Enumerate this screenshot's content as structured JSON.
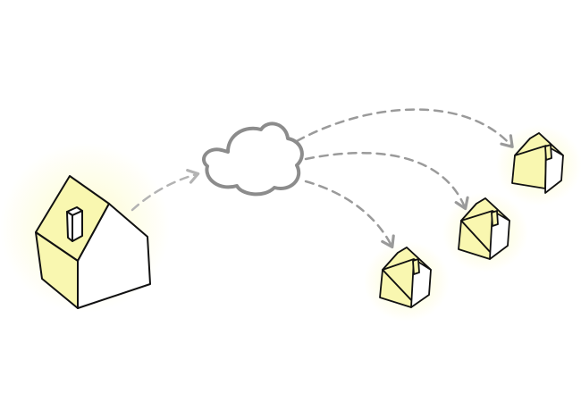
{
  "diagram": {
    "colors": {
      "background": "#ffffff",
      "house_outline": "#111111",
      "house_lit_face": "#f9f7b0",
      "house_glow": "#fdfbc4",
      "cloud_outline": "#8c8c8c",
      "arrow": "#9a9a9a",
      "arrow_light": "#b3b3b3"
    },
    "nodes": [
      {
        "id": "source-house",
        "icon": "house-icon",
        "role": "source"
      },
      {
        "id": "cloud",
        "icon": "cloud-icon",
        "role": "relay"
      },
      {
        "id": "house-near",
        "icon": "house-icon",
        "role": "destination"
      },
      {
        "id": "house-middle",
        "icon": "house-icon",
        "role": "destination"
      },
      {
        "id": "house-far",
        "icon": "house-icon",
        "role": "destination"
      }
    ],
    "edges": [
      {
        "from": "source-house",
        "to": "cloud",
        "style": "dashed"
      },
      {
        "from": "cloud",
        "to": "house-near",
        "style": "dashed"
      },
      {
        "from": "cloud",
        "to": "house-middle",
        "style": "dashed"
      },
      {
        "from": "cloud",
        "to": "house-far",
        "style": "dashed"
      }
    ]
  }
}
